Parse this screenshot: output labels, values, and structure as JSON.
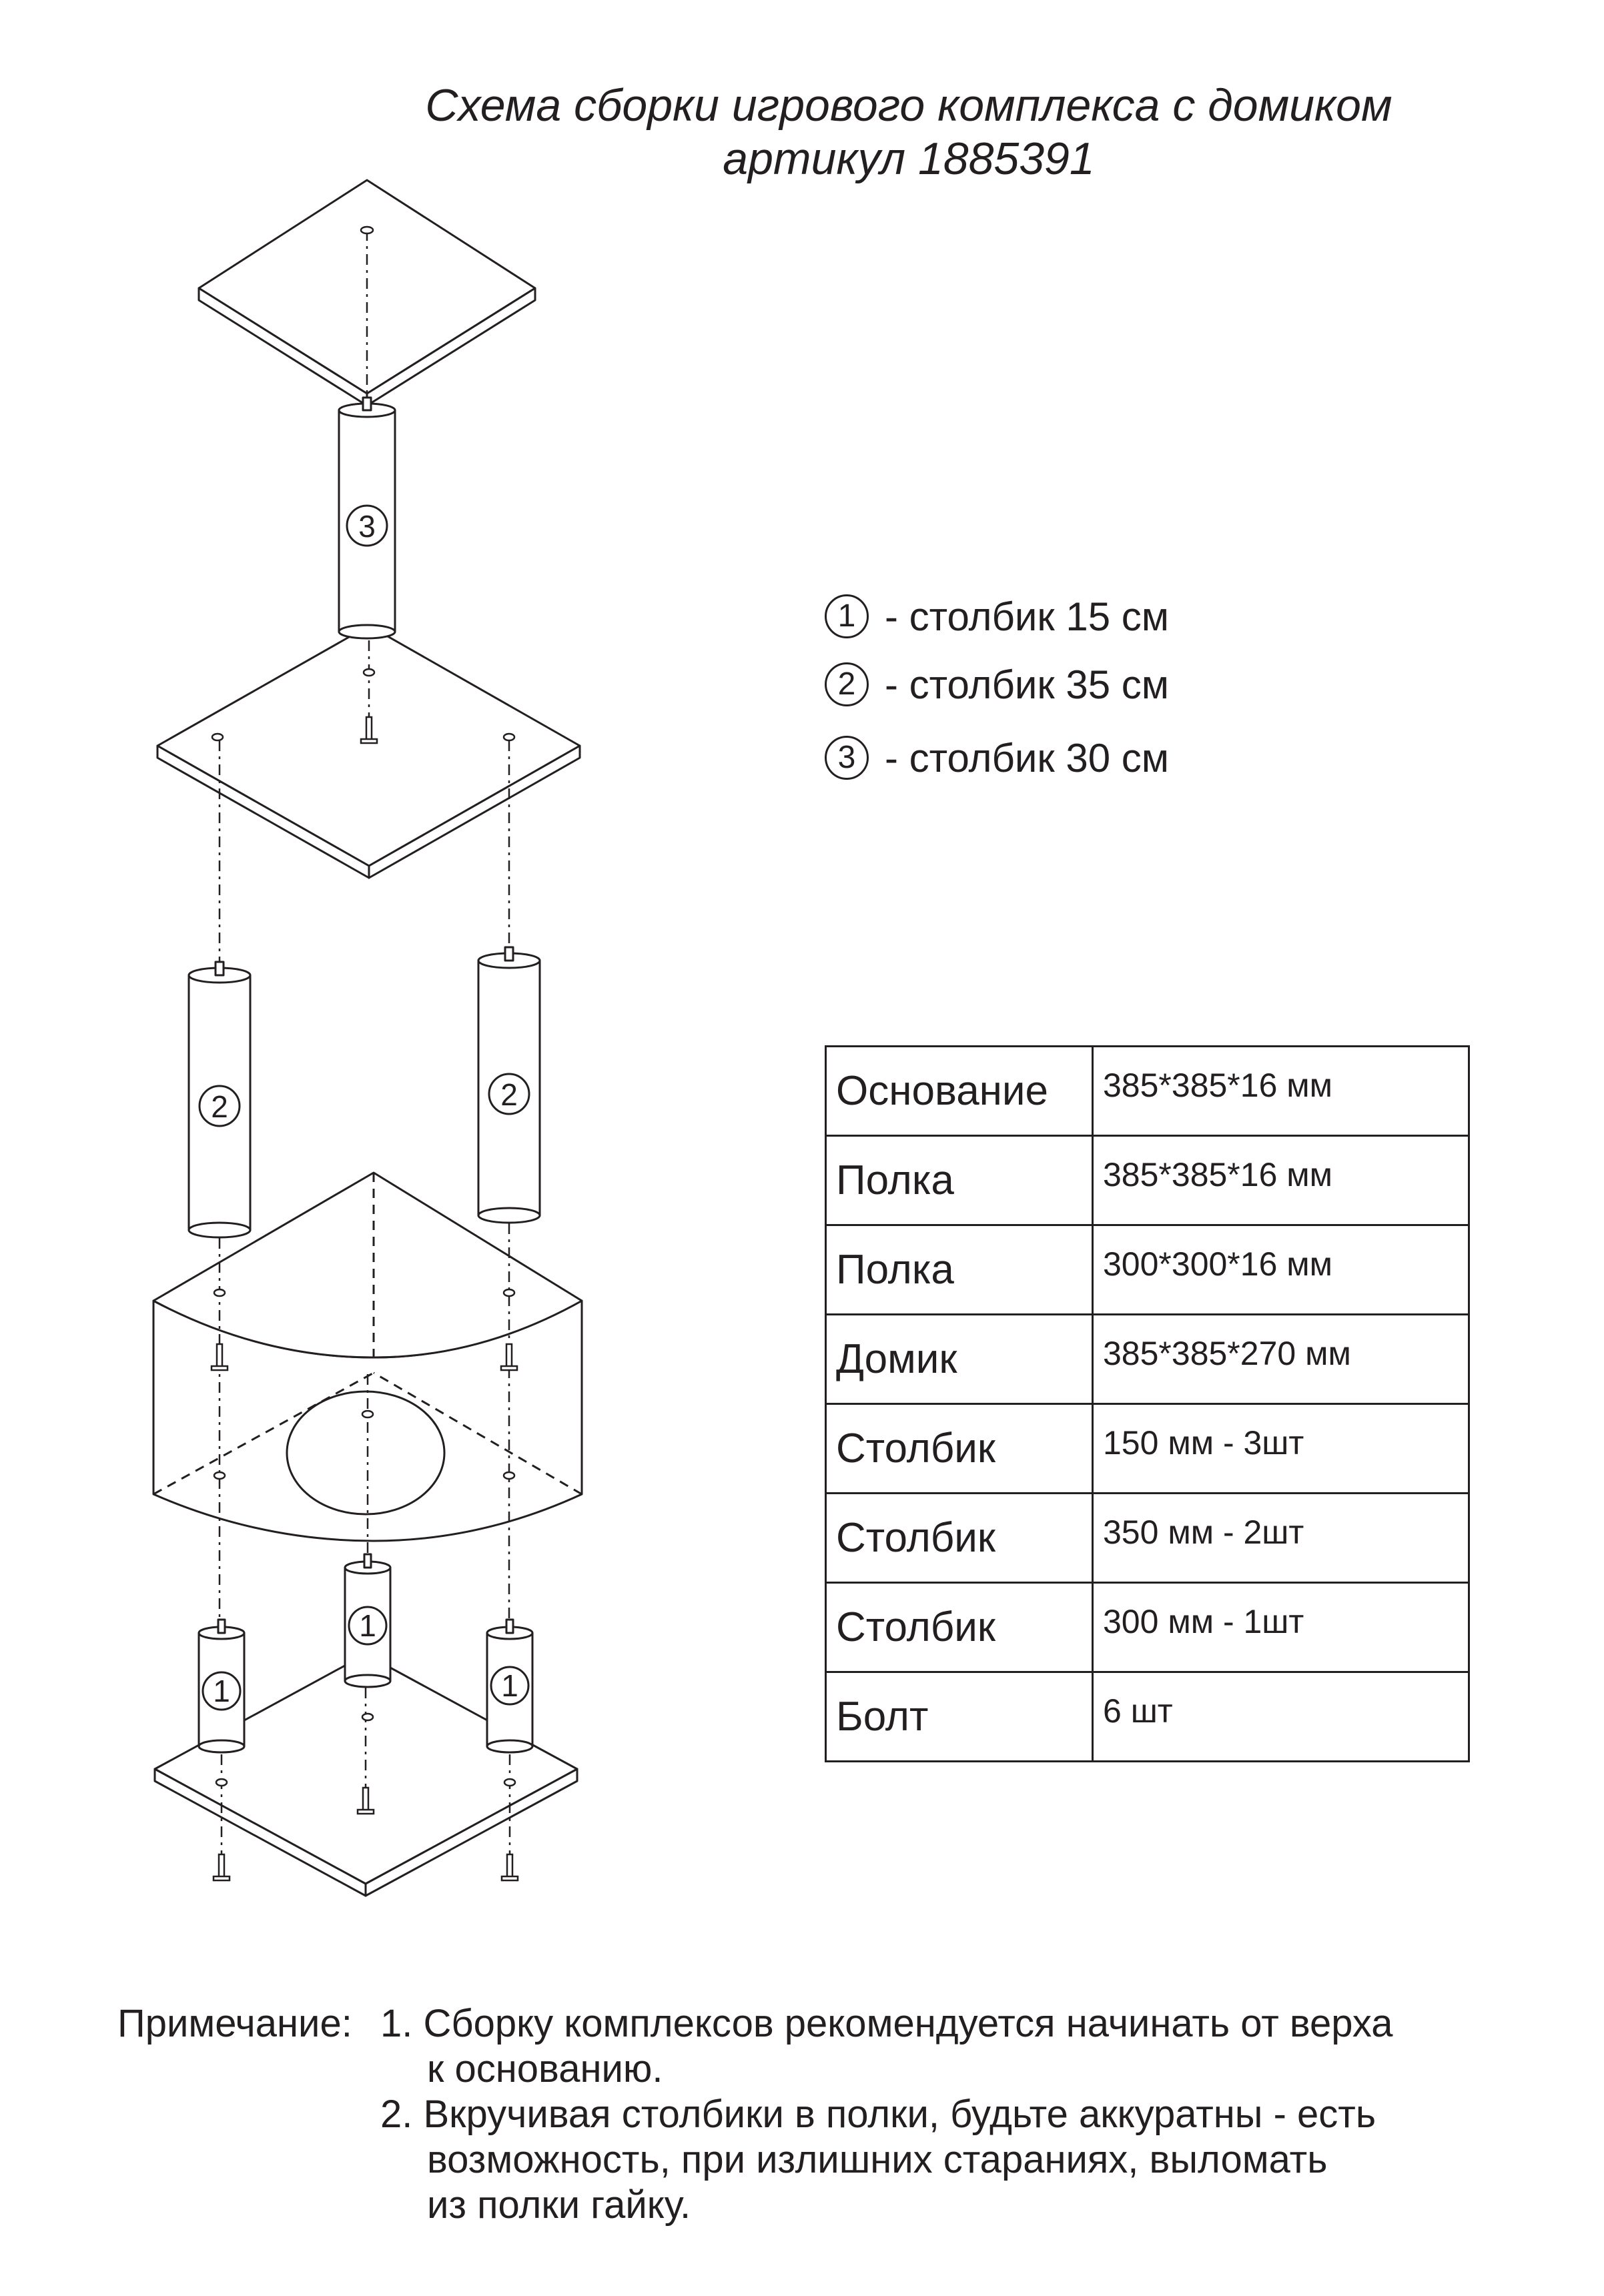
{
  "title": {
    "line1": "Схема сборки игрового комплекса с домиком",
    "line2": "артикул 1885391"
  },
  "legend": [
    {
      "num": "1",
      "text": "- столбик 15 см"
    },
    {
      "num": "2",
      "text": "- столбик 35 см"
    },
    {
      "num": "3",
      "text": "- столбик 30 см"
    }
  ],
  "diagram_labels": {
    "top_post": "3",
    "left_mid_post": "2",
    "right_mid_post": "2",
    "left_low_post": "1",
    "center_low_post": "1",
    "right_low_post": "1"
  },
  "spec_table": [
    {
      "name": "Основание",
      "size": "385*385*16 мм"
    },
    {
      "name": "Полка",
      "size": "385*385*16 мм"
    },
    {
      "name": "Полка",
      "size": "300*300*16 мм"
    },
    {
      "name": "Домик",
      "size": "385*385*270 мм"
    },
    {
      "name": "Столбик",
      "size": "150 мм - 3шт"
    },
    {
      "name": "Столбик",
      "size": "350 мм - 2шт"
    },
    {
      "name": "Столбик",
      "size": "300 мм - 1шт"
    },
    {
      "name": "Болт",
      "size": "6 шт"
    }
  ],
  "note": {
    "label": "Примечание:",
    "item1_line1": "1. Сборку комплексов рекомендуется начинать от верха",
    "item1_line2": "к основанию.",
    "item2_line1": "2. Вкручивая столбики в полки, будьте аккуратны - есть",
    "item2_line2": "возможность, при излишних стараниях, выломать",
    "item2_line3": "из полки гайку."
  }
}
